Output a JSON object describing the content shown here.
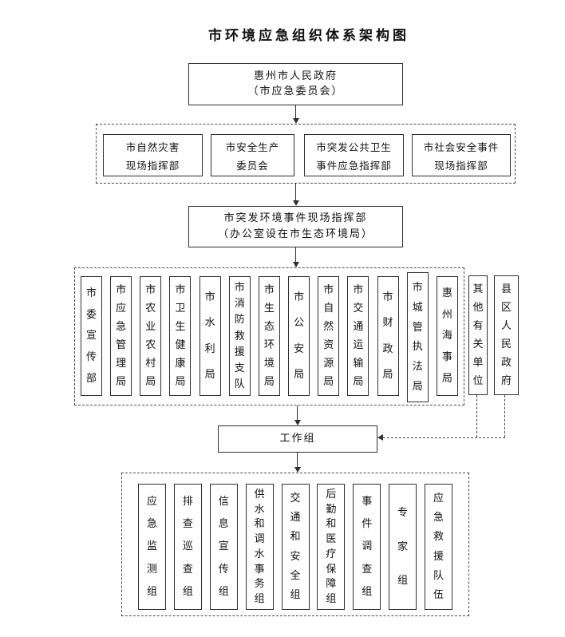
{
  "title": "市环境应急组织体系架构图",
  "level1": {
    "line1": "惠州市人民政府",
    "line2": "（市应急委员会）"
  },
  "level2_boxes": [
    {
      "line1": "市自然灾害",
      "line2": "现场指挥部"
    },
    {
      "line1": "市安全生产",
      "line2": "委员会"
    },
    {
      "line1": "市突发公共卫生",
      "line2": "事件应急指挥部"
    },
    {
      "line1": "市社会安全事件",
      "line2": "现场指挥部"
    }
  ],
  "level3": {
    "line1": "市突发环境事件现场指挥部",
    "line2": "（办公室设在市生态环境局）"
  },
  "departments": [
    "市委宣传部",
    "市应急管理局",
    "市农业农村局",
    "市卫生健康局",
    "市水利局",
    "市消防救援支队",
    "市生态环境局",
    "市公安局",
    "市自然资源局",
    "市交通运输局",
    "市财政局",
    "市城管执法局",
    "惠州海事局"
  ],
  "side_units": [
    "其他有关单位",
    "县区人民政府"
  ],
  "workgroup_label": "工作组",
  "teams": [
    "应急监测组",
    "排查巡查组",
    "信息宣传组",
    "供水和调水事务组",
    "交通和安全组",
    "后勤和医疗保障组",
    "事件调查组",
    "专家组",
    "应急救援队伍"
  ],
  "colors": {
    "border": "#2f2f2f",
    "dashed_border": "#4a4a4a",
    "text": "#111111",
    "background": "#ffffff"
  }
}
